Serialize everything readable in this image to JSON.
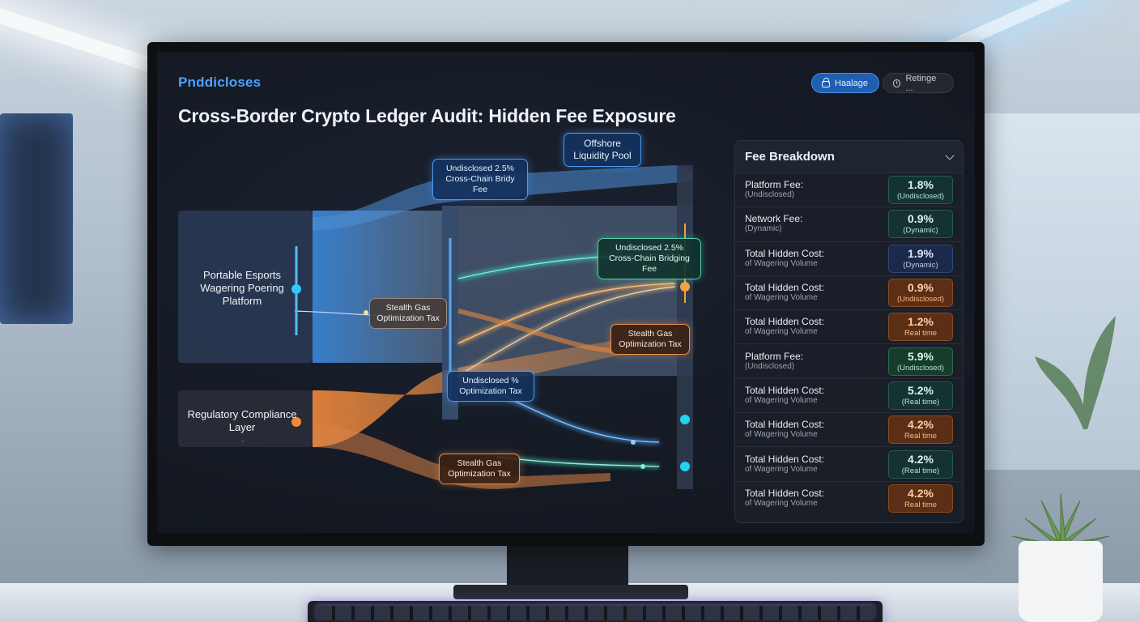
{
  "header": {
    "brand": "Pnddicloses",
    "title": "Cross-Border Crypto Ledger Audit: Hidden Fee Exposure",
    "primary_button": "Haalage",
    "secondary_button": "Retinge ..."
  },
  "flow": {
    "sources": {
      "platform": "Portable Esports Wagering Poering Platform",
      "compliance": "Regulatory Compliance Layer",
      "compliance_mark": "ˇ"
    },
    "tags": {
      "offshore_pool": "Offshore Liquidity Pool",
      "bridge_fee_top": "Undisclosed 2.5% Cross-Chain Bridy Fee",
      "bridge_fee_right": "Undisclosed 2.5% Cross-Chain Bridging Fee",
      "stealth_gas_center": "Stealth Gas Optimization Tax",
      "stealth_gas_right": "Stealth Gas Optimization Tax",
      "optimization_mid": "Undisclosed % Optimization Tax",
      "stealth_gas_bottom": "Stealth Gas Optimization Tax"
    },
    "colors": {
      "blue": "#3d8fe8",
      "orange": "#f0893c",
      "teal": "#39c9b0",
      "cyan": "#22d3ee"
    }
  },
  "fee_panel": {
    "title": "Fee Breakdown",
    "rows": [
      {
        "label": "Platform Fee:",
        "sub": "(Undisclosed)",
        "value": "1.8%",
        "value_sub": "(Undisclosed)"
      },
      {
        "label": "Network Fee:",
        "sub": "(Dynamic)",
        "value": "0.9%",
        "value_sub": "(Dynamic)"
      },
      {
        "label": "Total Hidden Cost:",
        "sub": "of Wagering Volume",
        "value": "1.9%",
        "value_sub": "(Dynamic)"
      },
      {
        "label": "Total Hidden Cost:",
        "sub": "of Wagering Volume",
        "value": "0.9%",
        "value_sub": "(Undisclosed)"
      },
      {
        "label": "Total Hidden Cost:",
        "sub": "of Wagering Volume",
        "value": "1.2%",
        "value_sub": "Real time"
      },
      {
        "label": "Platform Fee:",
        "sub": "(Undisclosed)",
        "value": "5.9%",
        "value_sub": "(Undisclosed)"
      },
      {
        "label": "Total Hidden Cost:",
        "sub": "of Wagering Volume",
        "value": "5.2%",
        "value_sub": "(Real time)"
      },
      {
        "label": "Total Hidden Cost:",
        "sub": "of Wagering Volume",
        "value": "4.2%",
        "value_sub": "Real time"
      },
      {
        "label": "Total Hidden Cost:",
        "sub": "of Wagering Volume",
        "value": "4.2%",
        "value_sub": "(Real time)"
      },
      {
        "label": "Total Hidden Cost:",
        "sub": "of Wagering Volume",
        "value": "4.2%",
        "value_sub": "Real time"
      }
    ]
  }
}
